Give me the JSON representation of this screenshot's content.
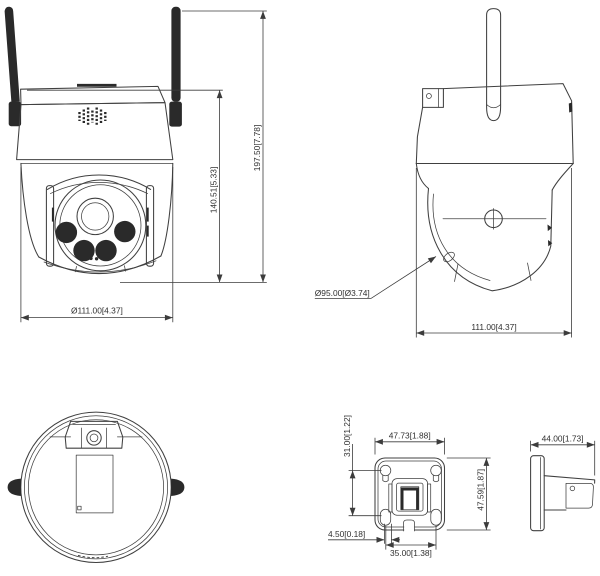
{
  "views": {
    "front": {
      "dim_body_height": "140.51[5.33]",
      "dim_total_height": "197.50[7.78]",
      "dim_base_diameter": "Ø111.00[4.37]"
    },
    "side": {
      "dim_dome_diameter": "Ø95.00[Ø3.74]",
      "dim_width": "111.00[4.37]"
    },
    "mount_front": {
      "dim_hole_spacing_vertical": "31.00[1.22]",
      "dim_plate_width": "47.73[1.88]",
      "dim_plate_height": "47.59[1.87]",
      "dim_slot_width": "4.50[0.18]",
      "dim_hole_spacing_horizontal": "35.00[1.38]"
    },
    "mount_side": {
      "dim_depth": "44.00[1.73]"
    }
  },
  "colors": {
    "line": "#404040",
    "dark_fill": "#2a2a2a",
    "background": "#ffffff"
  }
}
